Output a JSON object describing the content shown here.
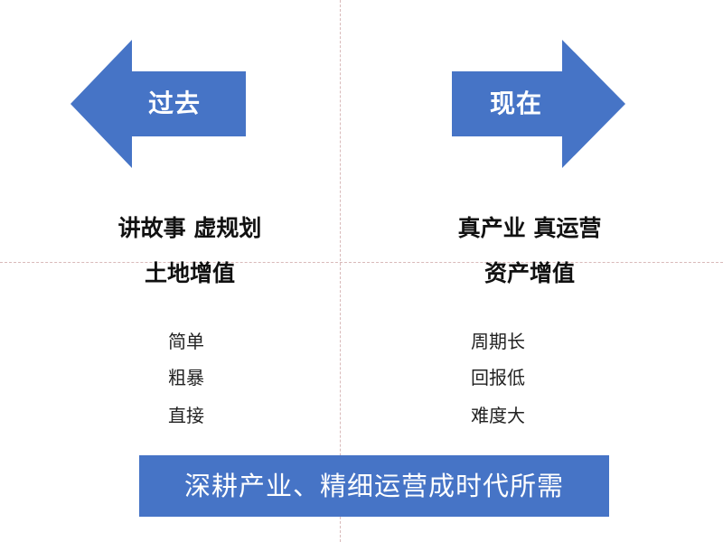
{
  "colors": {
    "accent": "#4674c6",
    "guide": "#d9b9b9",
    "text": "#111111"
  },
  "past": {
    "arrow_label": "过去",
    "heading_line1": "讲故事 虚规划",
    "heading_line2": "土地增值",
    "items": [
      "简单",
      "粗暴",
      "直接"
    ]
  },
  "now": {
    "arrow_label": "现在",
    "heading_line1": "真产业 真运营",
    "heading_line2": "资产增值",
    "items": [
      "周期长",
      "回报低",
      "难度大"
    ]
  },
  "banner": {
    "text": "深耕产业、精细运营成时代所需"
  }
}
